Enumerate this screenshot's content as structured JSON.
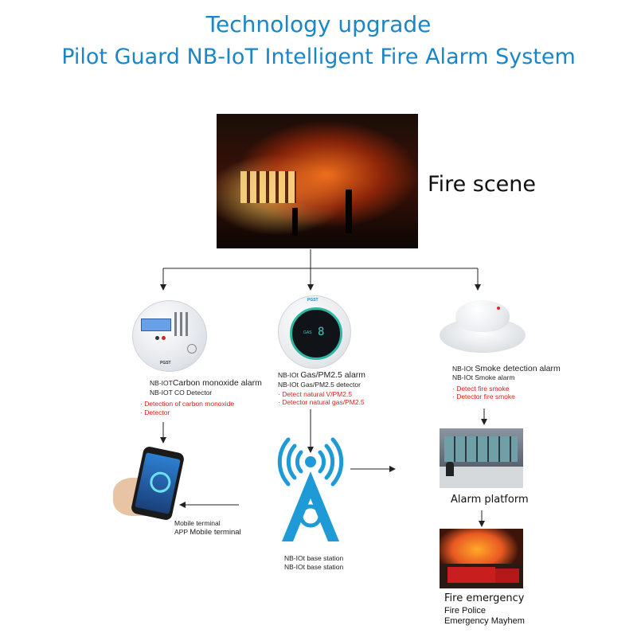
{
  "header": {
    "line1": "Technology upgrade",
    "line2": "Pilot Guard NB-IoT Intelligent Fire Alarm System"
  },
  "fire_scene": {
    "label": "Fire scene"
  },
  "co_alarm": {
    "prefix": "NB-IOT",
    "name": "Carbon monoxide alarm",
    "sub": "NB-IOT CO Detector",
    "features": [
      "· Detection of carbon monoxide",
      "· Detector"
    ],
    "brand": "PGST"
  },
  "gas_alarm": {
    "prefix": "NB-IOt ",
    "name": "Gas/PM2.5 alarm",
    "sub": "NB-IOt Gas/PM2.5 detector",
    "features": [
      "· Detect natural V/PM2.5",
      "· Detector natural gas/PM2.5"
    ],
    "brand": "PGST",
    "screen_label": "GAS",
    "screen_digit": "8"
  },
  "smoke_alarm": {
    "prefix": "NB-IOt ",
    "name": "Smoke detection alarm",
    "sub": "NB-IOt Smoke alarm",
    "features": [
      "· Detect fire smoke",
      "· Detector fire smoke"
    ]
  },
  "mobile": {
    "line1": "Mobile terminal",
    "line2_prefix": "APP ",
    "line2": "Mobile terminal"
  },
  "base_station": {
    "line1": "NB-IOt base station",
    "line2": "NB-IOt base station"
  },
  "alarm_platform": {
    "label": "Alarm platform"
  },
  "fire_emergency": {
    "title": "Fire emergency",
    "line1": "Fire Police",
    "line2": "Emergency Mayhem"
  },
  "colors": {
    "title_blue": "#1a86c8",
    "feature_red": "#e0201b",
    "tower_blue": "#1e9ad6"
  }
}
